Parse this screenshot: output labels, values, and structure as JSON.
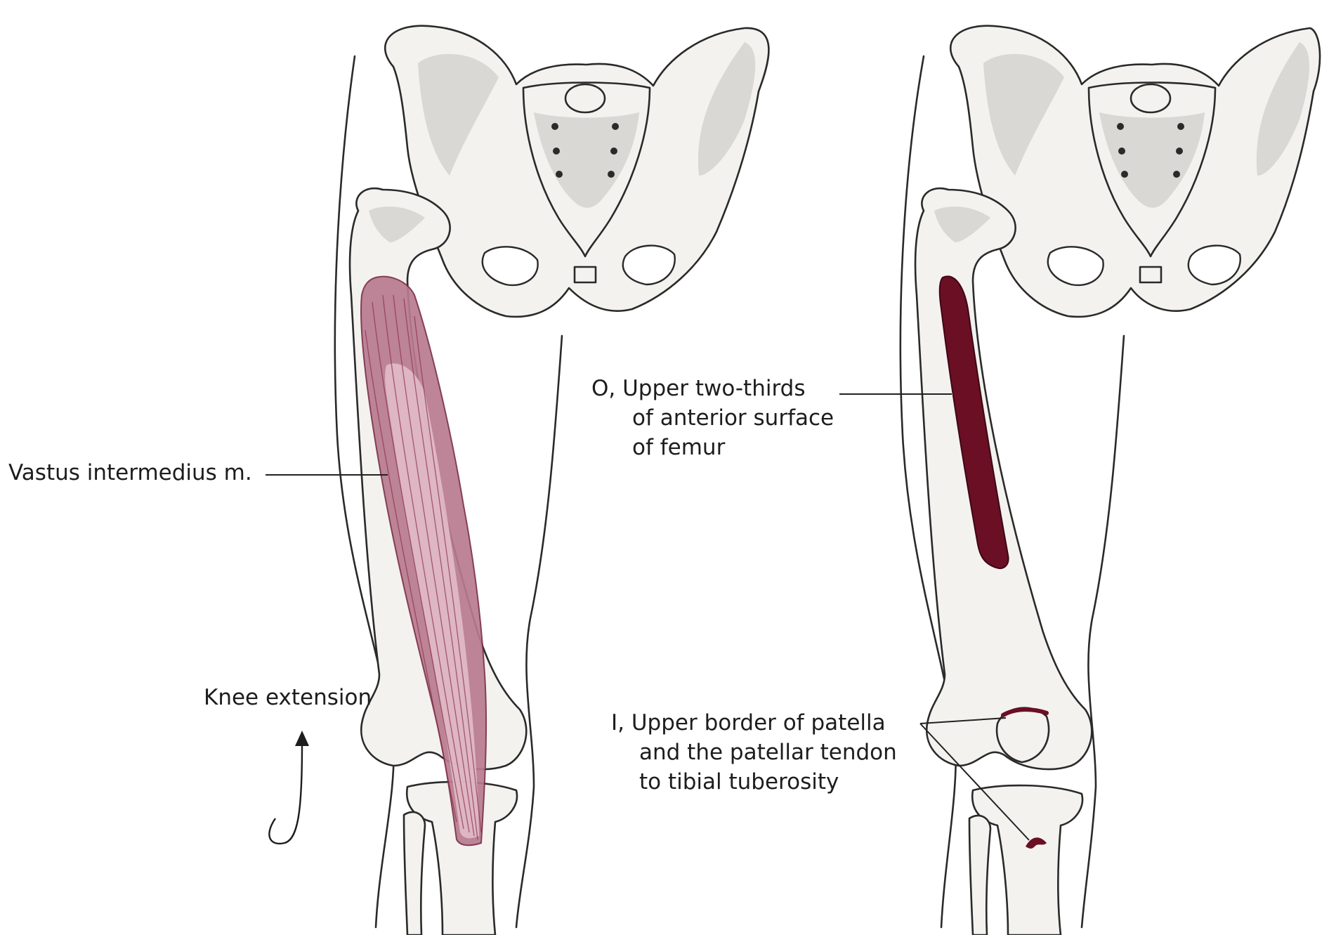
{
  "colors": {
    "muscle": "#b97a90",
    "muscle_light": "#e4bfcb",
    "attachment": "#6b0f24",
    "bone": "#f3f2ef",
    "line": "#2a2a2a"
  },
  "left_panel": {
    "muscle_label": "Vastus intermedius m.",
    "action_label": "Knee extension",
    "action_icon": "curved-arrow-up-icon"
  },
  "right_panel": {
    "origin_label": [
      "O, Upper two-thirds",
      "of anterior surface",
      "of femur"
    ],
    "insertion_label": [
      "I, Upper border of patella",
      "and the patellar tendon",
      "to tibial tuberosity"
    ]
  }
}
